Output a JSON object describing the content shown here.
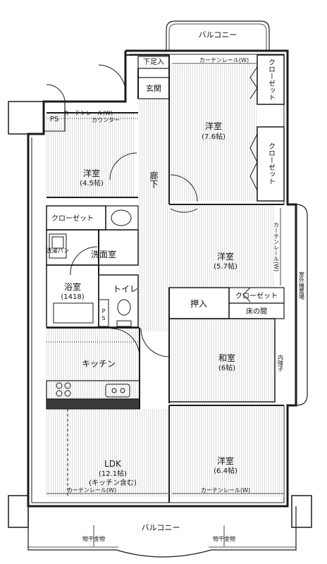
{
  "rooms": {
    "balcony_top": "バルコニー",
    "balcony_bottom": "バルコニー",
    "shoe_closet": "下足入",
    "entrance": "玄関",
    "ps_main": "PS",
    "ps_toilet": "P\nS",
    "western_master": {
      "name": "洋室",
      "size": "(7.6帖)"
    },
    "western_left": {
      "name": "洋室",
      "size": "(4.5帖)"
    },
    "western_mid": {
      "name": "洋室",
      "size": "(5.7帖)"
    },
    "western_bottom": {
      "name": "洋室",
      "size": "(6.4帖)"
    },
    "corridor": "廊下",
    "closet_left": "クローゼット",
    "closet_top_right": "クローゼット",
    "closet_mid_right": "クローゼット",
    "closet_bottom_right": "クローゼット",
    "washroom": "洗面室",
    "laundry_pan": "洗濯パン",
    "bathroom": {
      "name": "浴室",
      "size": "(1418)"
    },
    "toilet": "トイレ",
    "oshiire": "押入",
    "tokonoma": "床の間",
    "japanese_room": {
      "name": "和室",
      "size": "(6帖)"
    },
    "kitchen": "キッチン",
    "ldk": {
      "name": "LDK",
      "size": "(12.1帖)",
      "note": "(キッチン含む)"
    },
    "outdoor_unit": "室外機置場",
    "counter": "カウンター",
    "curtain_rail": "カーテンレール(W)",
    "curtain_rail_vertical": "カーテンレール(W)",
    "inner_shoji": "内障子",
    "drying_rack_left": "物干金物",
    "drying_rack_right": "物干金物"
  },
  "colors": {
    "line": "#1a1a1a",
    "floor_stripe": "#bdbdbd",
    "wall_fill": "#ffffff"
  }
}
